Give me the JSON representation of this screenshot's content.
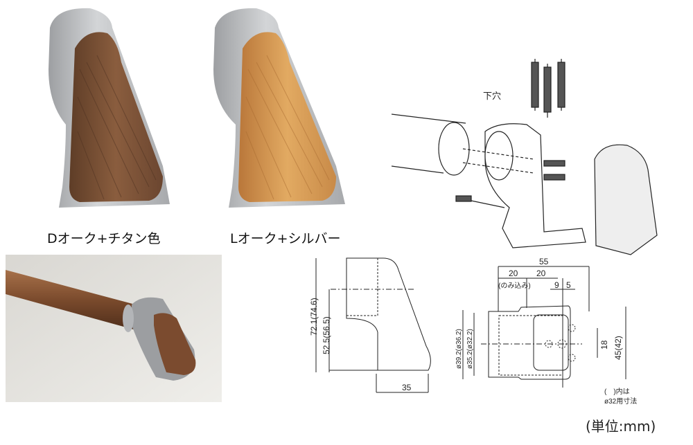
{
  "products": [
    {
      "label": "Dオーク+チタン色",
      "wood_color": "#7a5236",
      "metal_color": "#b9babc"
    },
    {
      "label": "Lオーク+シルバー",
      "wood_color": "#d49a55",
      "metal_color": "#c6c8ca"
    }
  ],
  "exploded_view": {
    "pilot_hole_label": "下穴"
  },
  "side_drawing": {
    "height_total": "72.1(74.6)",
    "height_center": "52.5(56.5)",
    "depth": "35"
  },
  "top_drawing": {
    "width_total": "55",
    "width_insert": "20",
    "insert_note": "(のみ込み)",
    "width_plate": "20",
    "hole_offset_a": "9",
    "hole_offset_b": "5",
    "outer_diameter": "ø39.2(ø36.2)",
    "inner_diameter": "ø35.2(ø32.2)",
    "hole_spacing": "18",
    "plate_height": "45(42)"
  },
  "note_line1": "(　)内は",
  "note_line2": "ø32用寸法",
  "unit_label": "(単位:mm)"
}
